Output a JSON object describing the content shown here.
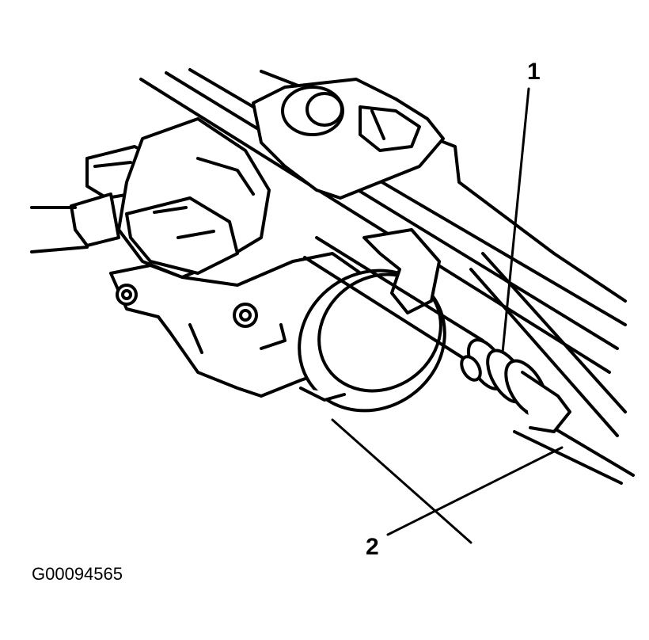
{
  "figure": {
    "callouts": [
      {
        "label": "1"
      },
      {
        "label": "2"
      }
    ],
    "figure_id": "G00094565"
  },
  "colors": {
    "line": "#000000",
    "fill": "#ffffff"
  }
}
